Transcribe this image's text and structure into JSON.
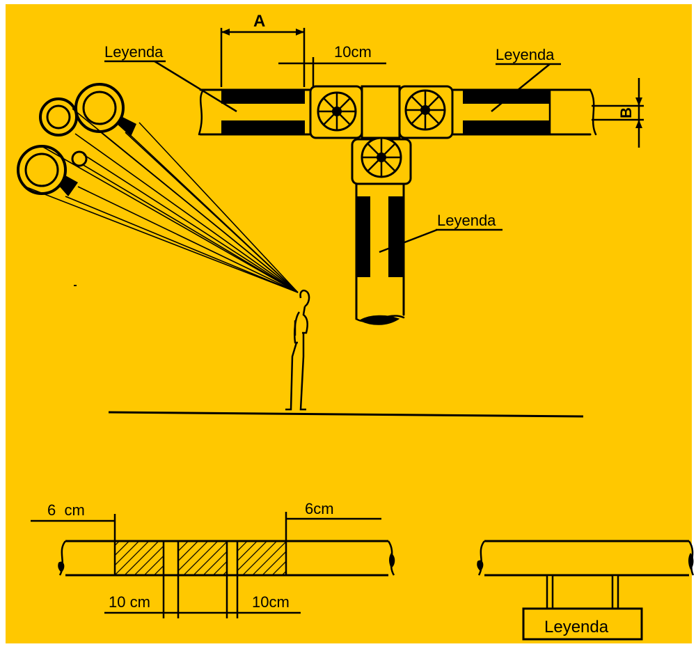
{
  "colors": {
    "background": "#FFC800",
    "ink": "#000000",
    "frame": "#FFFFFF"
  },
  "labels": {
    "dim_a": "A",
    "dim_b": "B",
    "legend_top_left": "Leyenda",
    "legend_top_right": "Leyenda",
    "legend_vertical": "Leyenda",
    "gap_top": "10cm",
    "edge_left": "6  cm",
    "edge_right": "6cm",
    "gap_bottom_left": "10 cm",
    "gap_bottom_right": "10cm",
    "tag_legend": "Leyenda"
  }
}
